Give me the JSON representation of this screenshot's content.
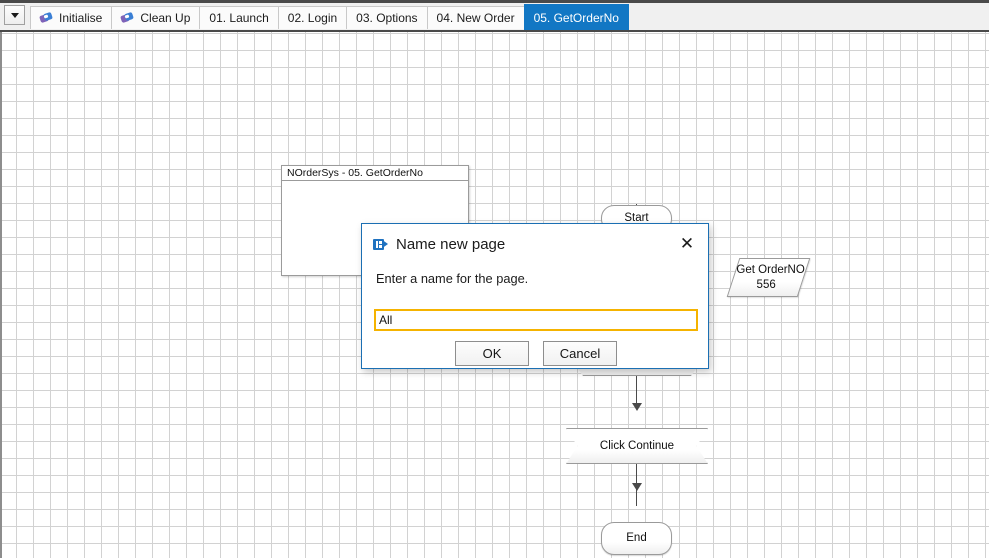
{
  "tabbar": {
    "dropdown_label": "tab-list-dropdown",
    "tabs": [
      {
        "label": "Initialise",
        "icon": "page-icon",
        "has_icon": true,
        "active": false
      },
      {
        "label": "Clean Up",
        "icon": "page-icon",
        "has_icon": true,
        "active": false
      },
      {
        "label": "01. Launch",
        "icon": "",
        "has_icon": false,
        "active": false
      },
      {
        "label": "02. Login",
        "icon": "",
        "has_icon": false,
        "active": false
      },
      {
        "label": "03. Options",
        "icon": "",
        "has_icon": false,
        "active": false
      },
      {
        "label": "04. New Order",
        "icon": "",
        "has_icon": false,
        "active": false
      },
      {
        "label": "05. GetOrderNo",
        "icon": "",
        "has_icon": false,
        "active": true
      }
    ],
    "active_tab": "05. GetOrderNo",
    "active_color": "#1277c4"
  },
  "canvas": {
    "note": {
      "title": "NOrderSys - 05. GetOrderNo",
      "body": ""
    },
    "shapes": {
      "start": "Start",
      "get_order_no_line1": "Get OrderNO",
      "get_order_no_line2": "556",
      "click_continue": "Click Continue",
      "end": "End"
    }
  },
  "dialog": {
    "icon": "blue-prism-icon",
    "title": "Name new page",
    "prompt": "Enter a name for the page.",
    "input_value": "All",
    "input_placeholder": "",
    "input_focus_color": "#f5b300",
    "close_icon": "✕",
    "ok_label": "OK",
    "cancel_label": "Cancel",
    "border_color": "#1b6fb3"
  }
}
